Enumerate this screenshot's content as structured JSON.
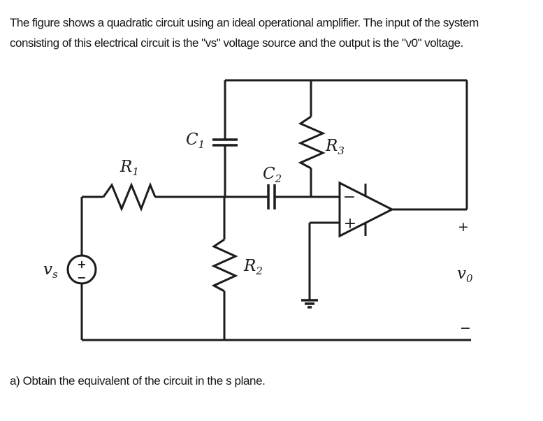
{
  "page": {
    "background": "#ffffff",
    "ink": "#1c1c1c"
  },
  "description": {
    "line1": "The figure shows a quadratic circuit using an ideal operational amplifier. The input of the system",
    "line2": "consisting of this electrical circuit is the \"vs\" voltage source and the output is the \"v0\" voltage."
  },
  "question": "a) Obtain the equivalent of the circuit in the s plane.",
  "circuit": {
    "labels": {
      "c1": {
        "main": "C",
        "sub": "1"
      },
      "r1": {
        "main": "R",
        "sub": "1"
      },
      "c2": {
        "main": "C",
        "sub": "2"
      },
      "r3": {
        "main": "R",
        "sub": "3"
      },
      "r2": {
        "main": "R",
        "sub": "2"
      },
      "vs": {
        "main": "v",
        "sub": "s"
      },
      "v0": {
        "main": "v",
        "sub": "0"
      }
    },
    "opamp": {
      "inverting_sign": "−",
      "noninverting_sign": "+"
    },
    "source_vs": {
      "plus_sign": "+",
      "minus_sign": "−"
    },
    "output_terminal": {
      "plus_sign": "+",
      "minus_sign": "−"
    }
  }
}
